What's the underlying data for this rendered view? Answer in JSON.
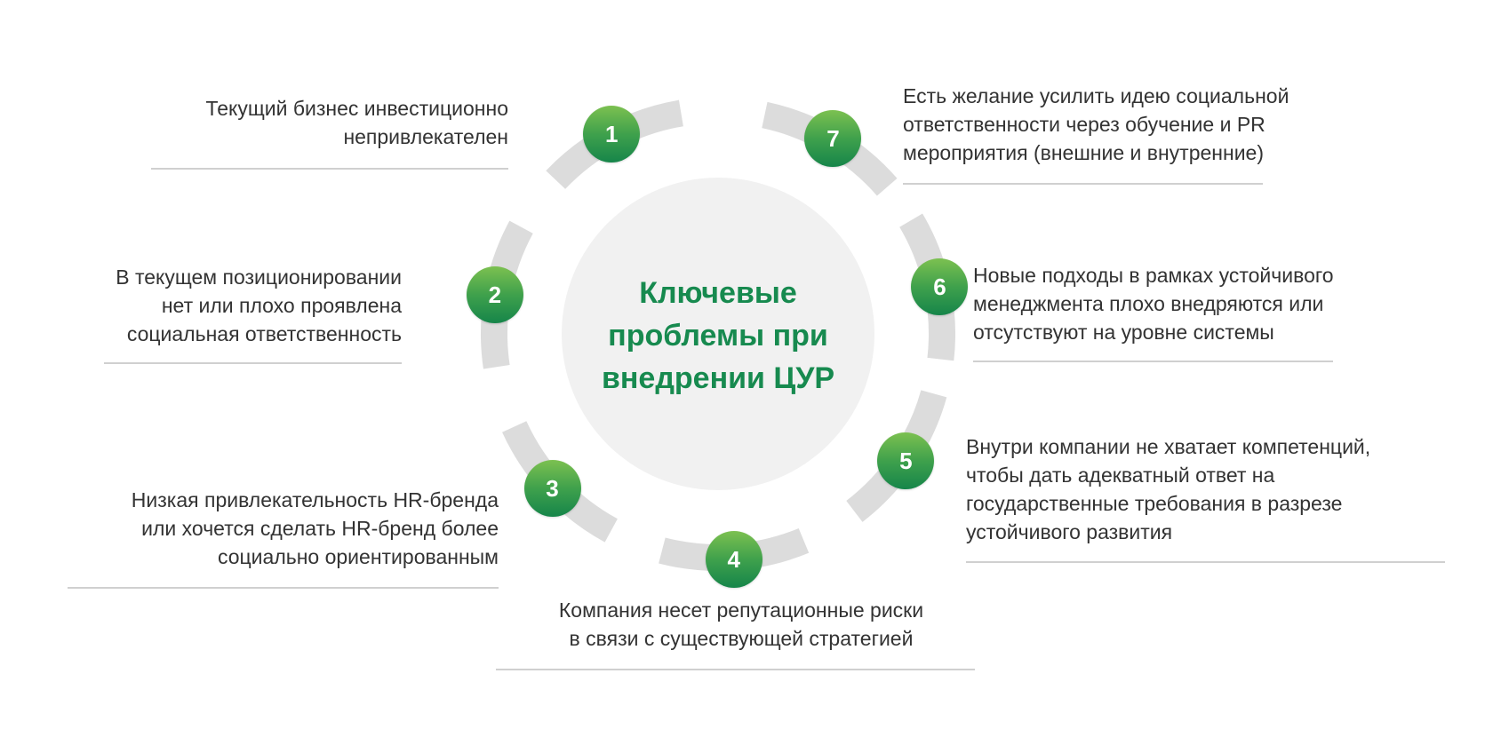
{
  "center": {
    "lines": [
      "Ключевые",
      "проблемы при",
      "внедрении ЦУР"
    ]
  },
  "items": [
    {
      "number": "1",
      "lines": [
        "Текущий бизнес инвестиционно",
        "непривлекателен"
      ]
    },
    {
      "number": "2",
      "lines": [
        "В текущем позиционировании",
        "нет или плохо проявлена",
        "социальная ответственность"
      ]
    },
    {
      "number": "3",
      "lines": [
        "Низкая привлекательность HR-бренда",
        "или хочется сделать HR-бренд более",
        "социально ориентированным"
      ]
    },
    {
      "number": "4",
      "lines": [
        "Компания несет репутационные риски",
        "в связи с существующей стратегией"
      ]
    },
    {
      "number": "5",
      "lines": [
        "Внутри компании не хватает компетенций,",
        "чтобы дать адекватный ответ на",
        "государственные требования в разрезе",
        "устойчивого развития"
      ]
    },
    {
      "number": "6",
      "lines": [
        "Новые подходы в рамках устойчивого",
        "менеджмента плохо внедряются или",
        "отсутствуют на уровне системы"
      ]
    },
    {
      "number": "7",
      "lines": [
        "Есть желание усилить идею социальной",
        "ответственности через обучение и PR",
        "мероприятия (внешние и внутренние)"
      ]
    }
  ],
  "colors": {
    "accent": "#178a4f",
    "ring": "#dcdcdc",
    "center_fill": "#f1f1f1",
    "text": "#333333",
    "divider": "#d0d0d0"
  }
}
